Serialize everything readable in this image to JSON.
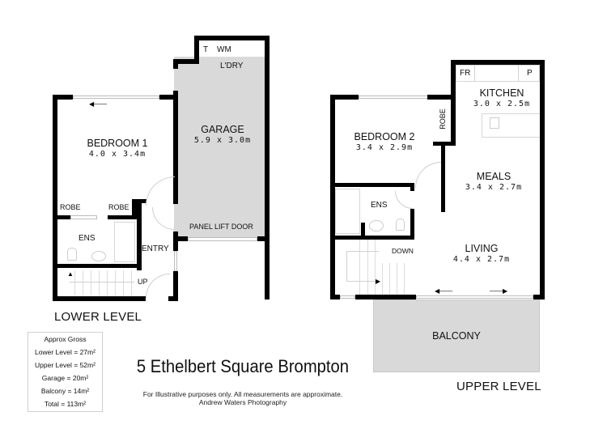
{
  "title": "5 Ethelbert Square Brompton",
  "disclaimer": {
    "line1": "For Illustrative purposes only.  All measurements are approximate.",
    "line2": "Andrew Waters Photography"
  },
  "area_summary": {
    "heading": "Approx Gross",
    "rows": [
      "Lower Level = 27m²",
      "Upper Level = 52m²",
      "Garage = 20m²",
      "Balcony = 14m²",
      "Total = 113m²"
    ]
  },
  "lower_level": {
    "label": "LOWER LEVEL",
    "rooms": {
      "bedroom1": {
        "name": "BEDROOM 1",
        "dims": "4.0 x 3.4m"
      },
      "garage": {
        "name": "GARAGE",
        "dims": "5.9 x 3.0m"
      },
      "laundry": {
        "name": "L'DRY"
      },
      "toilet": {
        "name": "T"
      },
      "washing_machine": {
        "name": "WM"
      },
      "robe_left": {
        "name": "ROBE"
      },
      "robe_right": {
        "name": "ROBE"
      },
      "ensuite": {
        "name": "ENS"
      },
      "entry": {
        "name": "ENTRY"
      },
      "stairs": {
        "name": "UP"
      },
      "garage_door": {
        "name": "PANEL LIFT DOOR"
      }
    }
  },
  "upper_level": {
    "label": "UPPER LEVEL",
    "rooms": {
      "bedroom2": {
        "name": "BEDROOM 2",
        "dims": "3.4 x 2.9m"
      },
      "robe": {
        "name": "ROBE"
      },
      "kitchen": {
        "name": "KITCHEN",
        "dims": "3.0 x 2.5m"
      },
      "fridge": {
        "name": "FR"
      },
      "pantry": {
        "name": "P"
      },
      "meals": {
        "name": "MEALS",
        "dims": "3.4 x 2.7m"
      },
      "ensuite": {
        "name": "ENS"
      },
      "stairs": {
        "name": "DOWN"
      },
      "living": {
        "name": "LIVING",
        "dims": "4.4 x 2.7m"
      },
      "balcony": {
        "name": "BALCONY"
      }
    }
  },
  "colors": {
    "wall": "#000000",
    "shaded_area": "#d9d9d9",
    "background": "#ffffff"
  }
}
